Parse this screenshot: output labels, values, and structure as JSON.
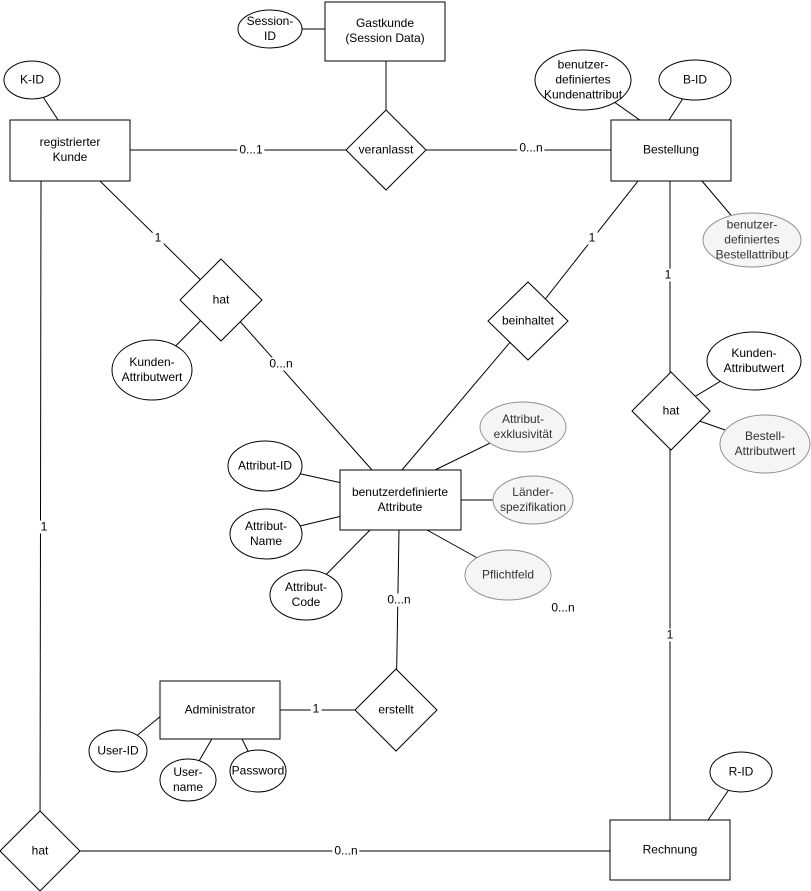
{
  "diagram": {
    "kind": "entity-relationship-diagram",
    "language": "de",
    "colors": {
      "background": "#ffffff",
      "shape_fill": "#ffffff",
      "shape_stroke": "#000000",
      "derived_fill": "#f5f5f5",
      "derived_stroke": "#8f8f8f",
      "text": "#000000"
    },
    "entities": {
      "gastkunde": {
        "label": "Gastkunde\n(Session Data)"
      },
      "registrierter_kunde": {
        "label": "registrierter\nKunde"
      },
      "bestellung": {
        "label": "Bestellung"
      },
      "benutzerdefinierte_attribute": {
        "label": "benutzerdefinierte\nAttribute"
      },
      "administrator": {
        "label": "Administrator"
      },
      "rechnung": {
        "label": "Rechnung"
      }
    },
    "relationships": {
      "veranlasst": {
        "label": "veranlasst"
      },
      "hat_kunde_attribut": {
        "label": "hat"
      },
      "beinhaltet": {
        "label": "beinhaltet"
      },
      "hat_bestellung_attribut": {
        "label": "hat"
      },
      "erstellt": {
        "label": "erstellt"
      },
      "hat_kunde_rechnung": {
        "label": "hat"
      }
    },
    "attributes": {
      "session_id": {
        "label": "Session-\nID",
        "style": "normal"
      },
      "k_id": {
        "label": "K-ID",
        "style": "normal"
      },
      "benutzerdefiniertes_kundenattribut": {
        "label": "benutzer-\ndefiniertes\nKundenattribut",
        "style": "normal"
      },
      "b_id": {
        "label": "B-ID",
        "style": "normal"
      },
      "benutzerdefiniertes_bestellattribut": {
        "label": "benutzer-\ndefiniertes\nBestellattribut",
        "style": "derived"
      },
      "kunden_attributwert_links": {
        "label": "Kunden-\nAttributwert",
        "style": "normal"
      },
      "kunden_attributwert_rechts": {
        "label": "Kunden-\nAttributwert",
        "style": "normal"
      },
      "bestell_attributwert": {
        "label": "Bestell-\nAttributwert",
        "style": "derived"
      },
      "attribut_exklusivitaet": {
        "label": "Attribut-\nexklusivität",
        "style": "derived"
      },
      "laenderspezifikation": {
        "label": "Länder-\nspezifikation",
        "style": "derived"
      },
      "pflichtfeld": {
        "label": "Pflichtfeld",
        "style": "derived"
      },
      "attribut_id": {
        "label": "Attribut-ID",
        "style": "normal"
      },
      "attribut_name": {
        "label": "Attribut-\nName",
        "style": "normal"
      },
      "attribut_code": {
        "label": "Attribut-\nCode",
        "style": "normal"
      },
      "user_id": {
        "label": "User-ID",
        "style": "normal"
      },
      "user_name": {
        "label": "User-\nname",
        "style": "normal"
      },
      "password": {
        "label": "Password",
        "style": "normal"
      },
      "r_id": {
        "label": "R-ID",
        "style": "normal"
      }
    },
    "cardinalities": {
      "kunde_veranlasst": "0...1",
      "veranlasst_bestellung": "0...n",
      "kunde_hat_attribut": "1",
      "hat_attribut_attribute": "0...n",
      "bestellung_beinhaltet": "1",
      "beinhaltet_attribute": "0...n",
      "bestellung_hat_wert": "1",
      "hat_wert_rechnung": "1",
      "attribute_erstellt": "0...n",
      "administrator_erstellt": "1",
      "kunde_hat_rechnung": "1",
      "hat_rechnung_rechnung": "0...n"
    }
  }
}
